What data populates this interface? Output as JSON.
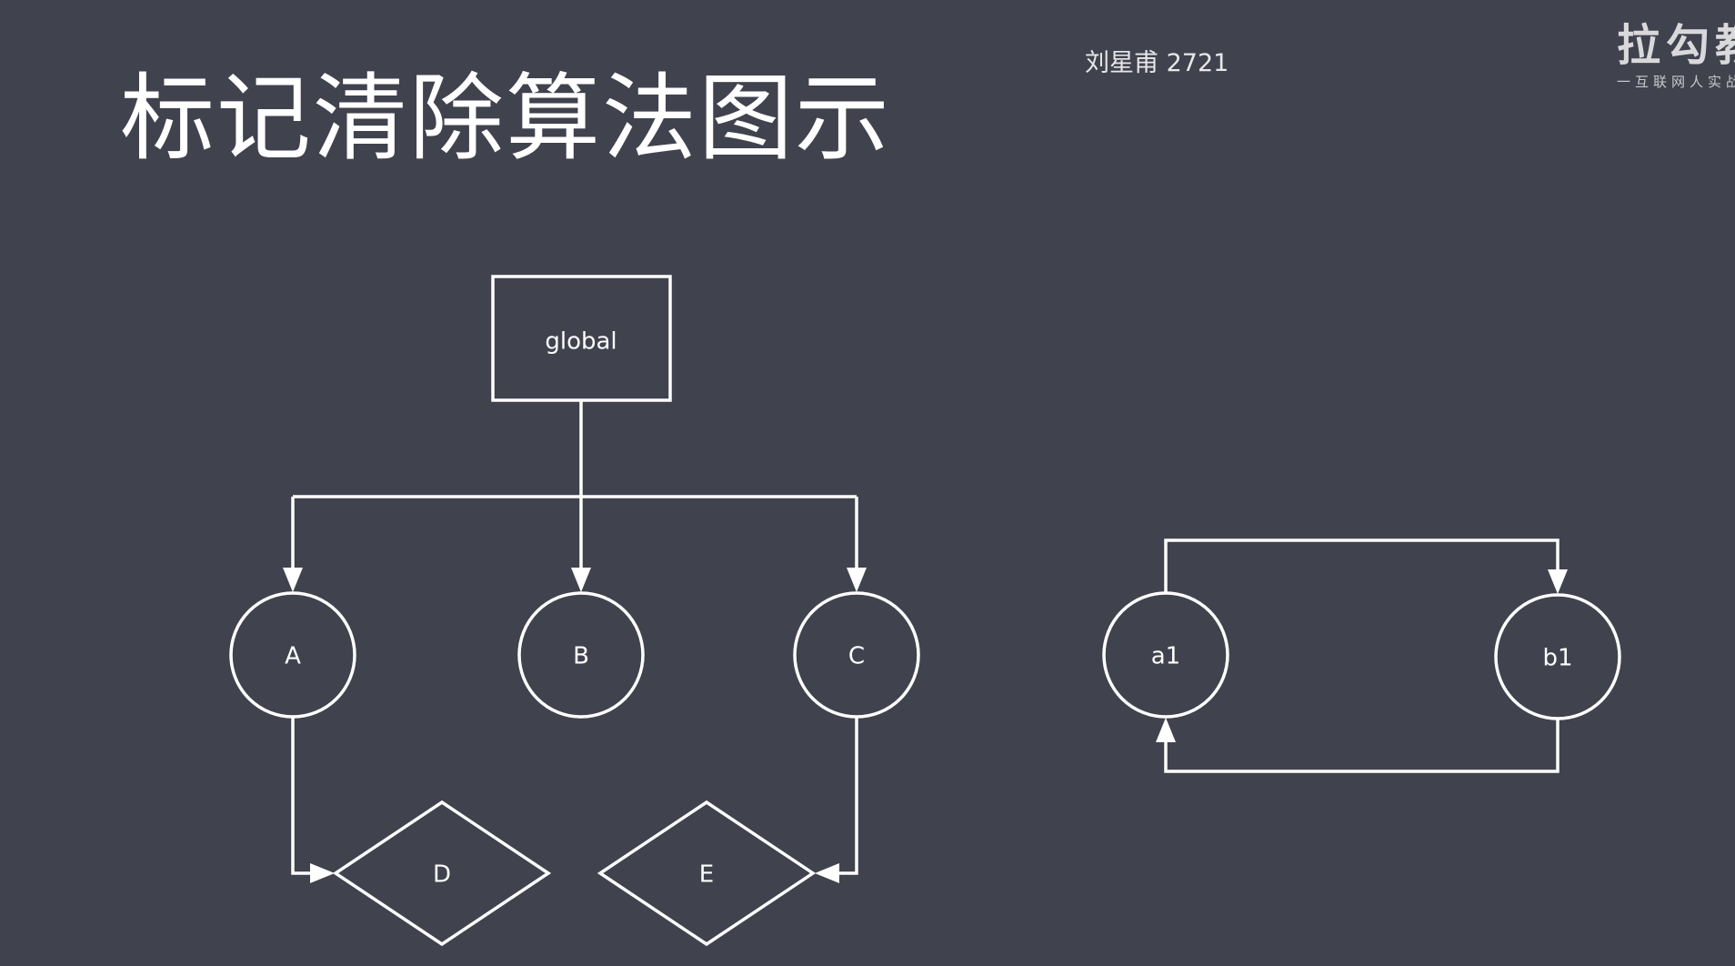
{
  "slide": {
    "title": "标记清除算法图示",
    "watermark": "刘星甫 2721",
    "logo": {
      "text": "拉勾教",
      "tagline": "一互联网人实战"
    }
  },
  "diagram": {
    "background_color": "#40424e",
    "line_color": "#ffffff",
    "nodes": {
      "global": "global",
      "A": "A",
      "B": "B",
      "C": "C",
      "D": "D",
      "E": "E",
      "a1": "a1",
      "b1": "b1"
    },
    "edges": [
      [
        "global",
        "A"
      ],
      [
        "global",
        "B"
      ],
      [
        "global",
        "C"
      ],
      [
        "A",
        "D"
      ],
      [
        "C",
        "E"
      ],
      [
        "a1",
        "b1"
      ],
      [
        "b1",
        "a1"
      ]
    ]
  }
}
